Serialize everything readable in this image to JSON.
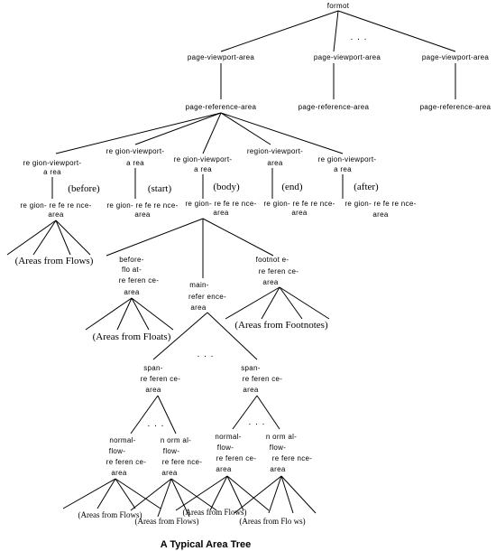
{
  "diagram": {
    "caption": "A Typical Area Tree",
    "ellipsis": ". . .",
    "root": "formot",
    "page_viewport": "page-viewport-area",
    "page_reference": "page-reference-area",
    "region_viewport": [
      "re gion-viewport-",
      "a rea"
    ],
    "region_viewport_plain": [
      "region-viewport-",
      "area"
    ],
    "region_reference": "region-reference-area",
    "region_reference_broken": [
      "re gion- re fe re nce-",
      "area"
    ],
    "region_names": [
      "(before)",
      "(start)",
      "(body)",
      "(end)",
      "(after)"
    ],
    "areas_from_flows": "(Areas from Flows)",
    "areas_from_floats": "(Areas from Floats)",
    "areas_from_footnotes": "(Areas from Footnotes)",
    "before_float_reference": [
      "before-",
      "flo at-",
      "re feren ce-",
      "area"
    ],
    "main_reference": [
      "main-",
      "refer ence-",
      "area"
    ],
    "footnote_reference": [
      "footnot e-",
      "re feren ce-",
      "area"
    ],
    "span_reference": [
      "span-",
      "re feren ce-",
      "area"
    ],
    "normal_flow_reference": [
      "normal-",
      "flow-",
      "re feren ce-",
      "area"
    ],
    "normal_flow_reference_b": [
      "n orm al-",
      "flow-",
      "re fere nce-",
      "area"
    ],
    "areas_labels_bottom": [
      "(Areas from Flows)",
      "(Areas from Flows)",
      "(Areas from Flows)",
      "(Areas from Flo ws)"
    ]
  }
}
